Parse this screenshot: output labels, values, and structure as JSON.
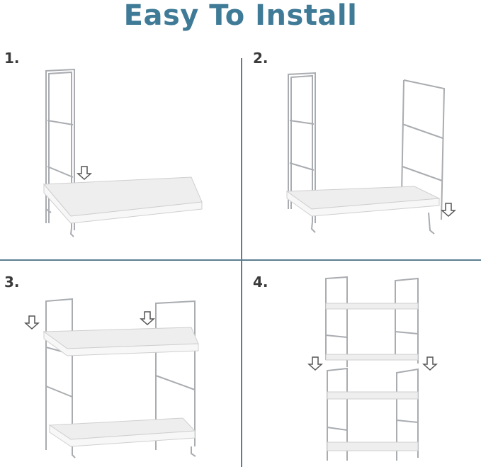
{
  "title": "Easy To Install",
  "colors": {
    "title": "#3f7a96",
    "divider": "#5b7f91",
    "wire": "#a9acb0",
    "shelf": "#eeeeee",
    "shelf_edge": "#cfcfcf",
    "arrow": "#555555"
  },
  "steps": [
    {
      "number": "1."
    },
    {
      "number": "2."
    },
    {
      "number": "3."
    },
    {
      "number": "4."
    }
  ],
  "icons": [
    "down-arrow-icon"
  ]
}
